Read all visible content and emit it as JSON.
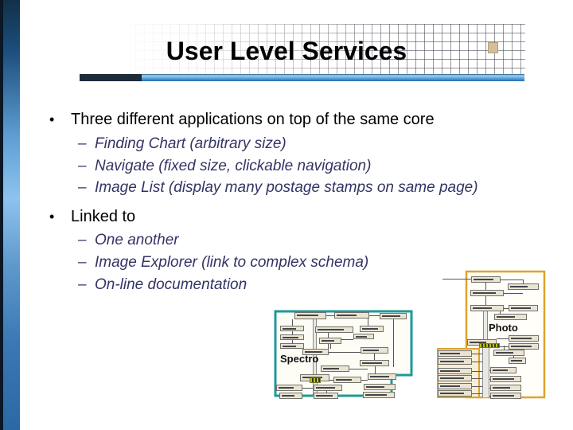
{
  "slide": {
    "title": "User Level Services",
    "bullets": [
      {
        "marker": "•",
        "label": "Three different applications on top of the same core",
        "subs": [
          {
            "marker": "–",
            "label": "Finding Chart (arbitrary size)"
          },
          {
            "marker": "–",
            "label": "Navigate (fixed size, clickable navigation)"
          },
          {
            "marker": "–",
            "label": "Image List (display many postage stamps on same page)"
          }
        ]
      },
      {
        "marker": "•",
        "label": "Linked to",
        "subs": [
          {
            "marker": "–",
            "label": "One another"
          },
          {
            "marker": "–",
            "label": "Image Explorer (link to complex schema)"
          },
          {
            "marker": "–",
            "label": "On-line documentation"
          }
        ]
      }
    ],
    "colors": {
      "main_text": "#000000",
      "sub_text": "#333366",
      "underline_dark": "#1d2b3a",
      "underline_blue": "#4a94d8",
      "left_bar_light": "#8dc3ee",
      "left_bar_dark": "#10293f",
      "grid_line": "#4a4f5e",
      "accent_square": "#d3c09a",
      "spectro_border": "#1d9999",
      "photo_border": "#dfa32b",
      "schema_box_fill": "#ebe4d3"
    }
  },
  "diagrams": [
    {
      "id": "spectro",
      "label": "Spectro",
      "boxes": [
        [
          26,
          4,
          40,
          9
        ],
        [
          76,
          4,
          44,
          8
        ],
        [
          133,
          5,
          34,
          8
        ],
        [
          8,
          21,
          30,
          7
        ],
        [
          8,
          32,
          30,
          7
        ],
        [
          8,
          43,
          30,
          7
        ],
        [
          52,
          22,
          48,
          8
        ],
        [
          57,
          36,
          28,
          8
        ],
        [
          108,
          21,
          30,
          8
        ],
        [
          100,
          31,
          26,
          7
        ],
        [
          36,
          50,
          33,
          8
        ],
        [
          109,
          48,
          35,
          8
        ],
        [
          108,
          64,
          37,
          8
        ],
        [
          59,
          71,
          36,
          8
        ],
        [
          33,
          82,
          37,
          9
        ],
        [
          75,
          85,
          35,
          8
        ],
        [
          118,
          81,
          36,
          8
        ],
        [
          113,
          94,
          40,
          8
        ],
        [
          112,
          104,
          40,
          8
        ],
        [
          3,
          95,
          33,
          8
        ],
        [
          50,
          95,
          36,
          8
        ],
        [
          7,
          105,
          29,
          8
        ],
        [
          50,
          105,
          31,
          8
        ]
      ],
      "lines": [
        [
          66,
          8,
          10,
          "h"
        ],
        [
          120,
          8,
          13,
          "h"
        ],
        [
          118,
          12,
          9,
          "v"
        ],
        [
          23,
          13,
          8,
          "v"
        ],
        [
          23,
          28,
          4,
          "v"
        ],
        [
          23,
          39,
          4,
          "v"
        ],
        [
          68,
          30,
          20,
          "v"
        ],
        [
          85,
          38,
          15,
          "h"
        ],
        [
          69,
          54,
          40,
          "h"
        ],
        [
          126,
          56,
          8,
          "v"
        ],
        [
          95,
          75,
          23,
          "h"
        ],
        [
          70,
          89,
          5,
          "h"
        ],
        [
          110,
          89,
          8,
          "h"
        ],
        [
          127,
          72,
          9,
          "v"
        ],
        [
          36,
          99,
          14,
          "h"
        ],
        [
          66,
          103,
          2,
          "v"
        ],
        [
          150,
          13,
          60,
          "v"
        ],
        [
          71,
          44,
          6,
          "v"
        ]
      ],
      "thick": [
        [
          49,
          13,
          5,
          69
        ],
        [
          49,
          93,
          6,
          17
        ]
      ],
      "hatch": [
        [
          45,
          86,
          14,
          7
        ]
      ]
    },
    {
      "id": "photo",
      "label": "Photo",
      "boxes": [
        [
          44,
          9,
          37,
          8
        ],
        [
          90,
          18,
          39,
          8
        ],
        [
          43,
          26,
          42,
          8
        ],
        [
          43,
          45,
          42,
          8
        ],
        [
          91,
          45,
          37,
          8
        ],
        [
          73,
          56,
          41,
          8
        ],
        [
          91,
          83,
          38,
          8
        ],
        [
          39,
          88,
          37,
          8
        ],
        [
          91,
          93,
          38,
          8
        ],
        [
          72,
          101,
          39,
          8
        ],
        [
          91,
          111,
          22,
          8
        ],
        [
          68,
          123,
          33,
          8
        ],
        [
          68,
          134,
          39,
          8
        ],
        [
          68,
          145,
          39,
          8
        ],
        [
          68,
          155,
          39,
          8
        ],
        [
          2,
          102,
          43,
          8
        ],
        [
          2,
          112,
          43,
          8
        ],
        [
          2,
          124,
          43,
          8
        ],
        [
          2,
          133,
          43,
          8
        ],
        [
          2,
          143,
          43,
          8
        ],
        [
          2,
          152,
          43,
          8
        ]
      ],
      "lines": [
        [
          8,
          12,
          36,
          "h"
        ],
        [
          62,
          17,
          9,
          "v"
        ],
        [
          81,
          13,
          28,
          "h"
        ],
        [
          109,
          13,
          5,
          "v"
        ],
        [
          62,
          34,
          11,
          "v"
        ],
        [
          85,
          30,
          24,
          "h"
        ],
        [
          85,
          49,
          6,
          "h"
        ],
        [
          80,
          53,
          3,
          "v"
        ],
        [
          76,
          87,
          15,
          "h"
        ],
        [
          76,
          97,
          15,
          "h"
        ],
        [
          85,
          96,
          5,
          "v"
        ],
        [
          97,
          109,
          2,
          "v"
        ],
        [
          45,
          106,
          15,
          "h"
        ],
        [
          45,
          116,
          15,
          "h"
        ],
        [
          45,
          128,
          15,
          "h"
        ],
        [
          45,
          137,
          15,
          "h"
        ],
        [
          45,
          147,
          15,
          "h"
        ],
        [
          45,
          156,
          15,
          "h"
        ],
        [
          64,
          127,
          4,
          "h"
        ],
        [
          64,
          138,
          4,
          "h"
        ],
        [
          64,
          149,
          4,
          "h"
        ],
        [
          64,
          159,
          4,
          "h"
        ]
      ],
      "thick": [
        [
          59,
          53,
          6,
          35
        ],
        [
          58,
          99,
          9,
          62
        ]
      ],
      "hatch": [
        [
          54,
          93,
          26,
          6
        ]
      ]
    }
  ]
}
